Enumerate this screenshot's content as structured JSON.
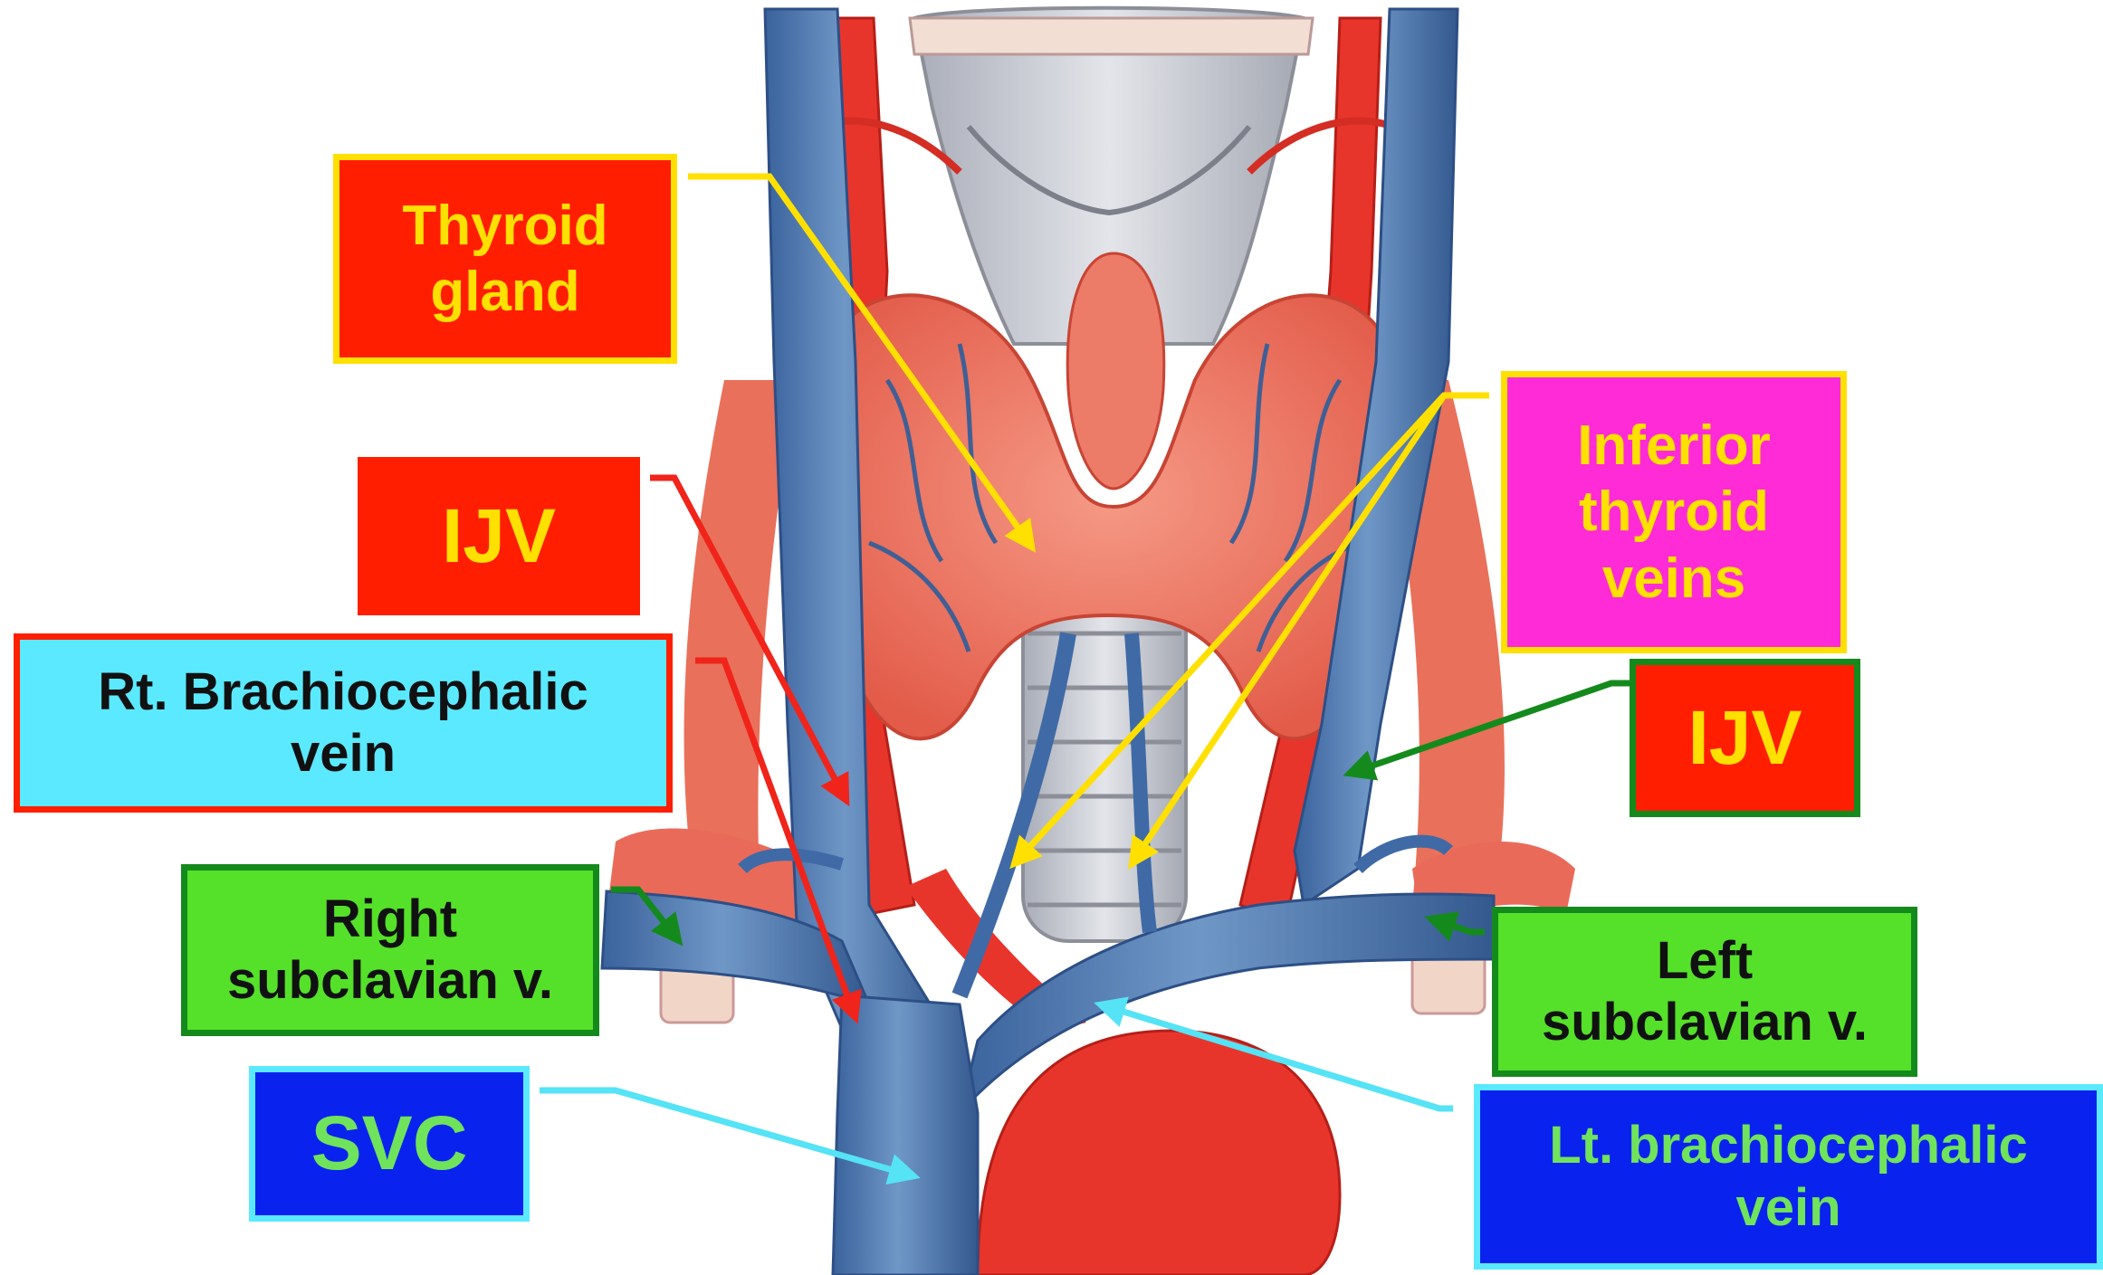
{
  "labels": {
    "thyroid_gland": "Thyroid\ngland",
    "ijv_right": "IJV",
    "rt_brachiocephalic": "Rt. Brachiocephalic\nvein",
    "right_subclavian": "Right\nsubclavian v.",
    "svc": "SVC",
    "inferior_thyroid_veins": "Inferior\nthyroid\nveins",
    "ijv_left": "IJV",
    "left_subclavian": "Left\nsubclavian v.",
    "lt_brachiocephalic": "Lt. brachiocephalic\nvein"
  },
  "colors": {
    "vein_blue": "#4f79ad",
    "vein_dark": "#2d4f86",
    "artery_red": "#e8352c",
    "thyroid_pink": "#ee7260",
    "cartilage_grey": "#c4c7cf",
    "label_red_bg": "#ff1e00",
    "label_cyan_bg": "#5be9ff",
    "label_green_bg": "#55e02a",
    "label_blue_bg": "#0a22ee",
    "label_magenta_bg": "#ff2bd6",
    "yellow": "#ffe000",
    "green_text": "#6fe35c",
    "arrow_red": "#f0241a",
    "arrow_green": "#148a1c",
    "arrow_cyan": "#55e3f5"
  }
}
